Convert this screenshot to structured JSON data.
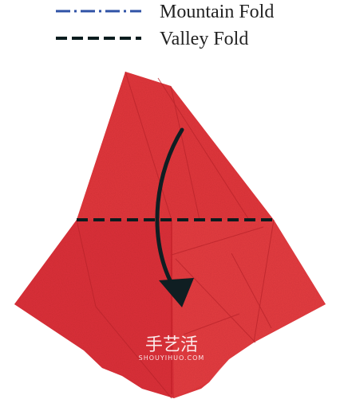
{
  "legend": {
    "mountain_fold_label": "Mountain Fold",
    "valley_fold_label": "Valley Fold",
    "mountain_line_color": "#2f52a6",
    "valley_line_color": "#0b1c1e"
  },
  "paper": {
    "color": "#e2373c",
    "crease_color": "#b8232a"
  },
  "arrow": {
    "icon": "curved-fold-arrow-icon",
    "color": "#0f1e22"
  },
  "watermark": {
    "chinese": "手艺活",
    "english": "SHOUYIHUO.COM"
  }
}
